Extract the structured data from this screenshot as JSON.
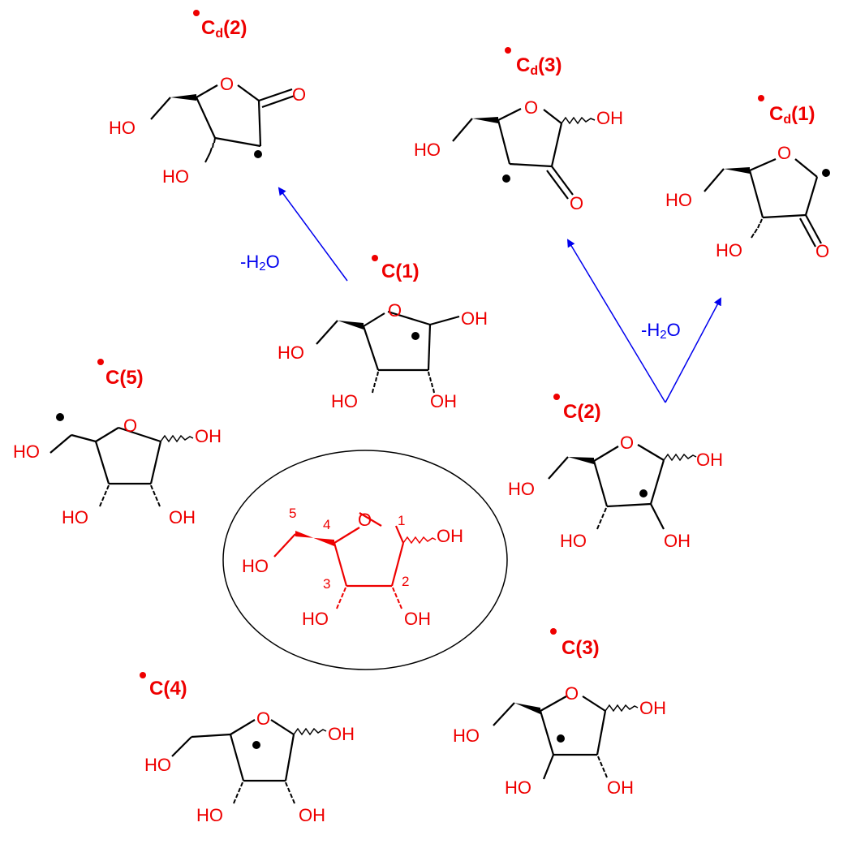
{
  "colors": {
    "atom_text": "#ee0000",
    "bond": "#000000",
    "highlight_bond": "#ee0000",
    "arrow": "#0000ee",
    "radical_dot": "#000000",
    "label_dot": "#ee0000",
    "ellipse": "#000000"
  },
  "atoms": {
    "oxygen": "O",
    "hydroxyl": "OH",
    "hydroxyl_left": "HO"
  },
  "labels": {
    "c1": {
      "main": "C",
      "sub": "",
      "suffix": "(1)"
    },
    "c2": {
      "main": "C",
      "sub": "",
      "suffix": "(2)"
    },
    "c3": {
      "main": "C",
      "sub": "",
      "suffix": "(3)"
    },
    "c4": {
      "main": "C",
      "sub": "",
      "suffix": "(4)"
    },
    "c5": {
      "main": "C",
      "sub": "",
      "suffix": "(5)"
    },
    "cd1": {
      "main": "C",
      "sub": "d",
      "suffix": "(1)"
    },
    "cd2": {
      "main": "C",
      "sub": "d",
      "suffix": "(2)"
    },
    "cd3": {
      "main": "C",
      "sub": "d",
      "suffix": "(3)"
    }
  },
  "reactions": {
    "left": {
      "prefix": "-H",
      "sub": "2",
      "suffix": "O"
    },
    "right": {
      "prefix": "-H",
      "sub": "2",
      "suffix": "O"
    }
  },
  "center_numbering": [
    "1",
    "2",
    "3",
    "4",
    "5"
  ]
}
